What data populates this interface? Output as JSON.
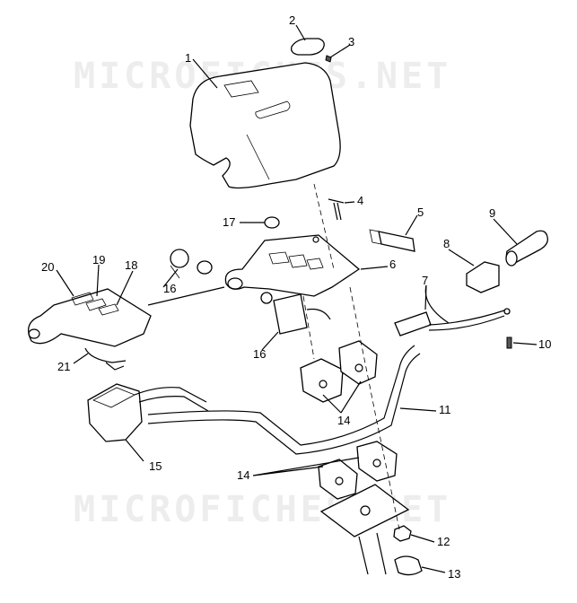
{
  "watermarks": [
    "MICROFICHES.NET",
    "MICROFICHES.NET"
  ],
  "callouts": [
    {
      "id": "1",
      "label": "1"
    },
    {
      "id": "2",
      "label": "2"
    },
    {
      "id": "3",
      "label": "3"
    },
    {
      "id": "4",
      "label": "4"
    },
    {
      "id": "5",
      "label": "5"
    },
    {
      "id": "6",
      "label": "6"
    },
    {
      "id": "7",
      "label": "7"
    },
    {
      "id": "8",
      "label": "8"
    },
    {
      "id": "9",
      "label": "9"
    },
    {
      "id": "10",
      "label": "10"
    },
    {
      "id": "11",
      "label": "11"
    },
    {
      "id": "12",
      "label": "12"
    },
    {
      "id": "13",
      "label": "13"
    },
    {
      "id": "14a",
      "label": "14"
    },
    {
      "id": "14b",
      "label": "14"
    },
    {
      "id": "15",
      "label": "15"
    },
    {
      "id": "16a",
      "label": "16"
    },
    {
      "id": "16b",
      "label": "16"
    },
    {
      "id": "17",
      "label": "17"
    },
    {
      "id": "18",
      "label": "18"
    },
    {
      "id": "19",
      "label": "19"
    },
    {
      "id": "20",
      "label": "20"
    },
    {
      "id": "21",
      "label": "21"
    }
  ]
}
